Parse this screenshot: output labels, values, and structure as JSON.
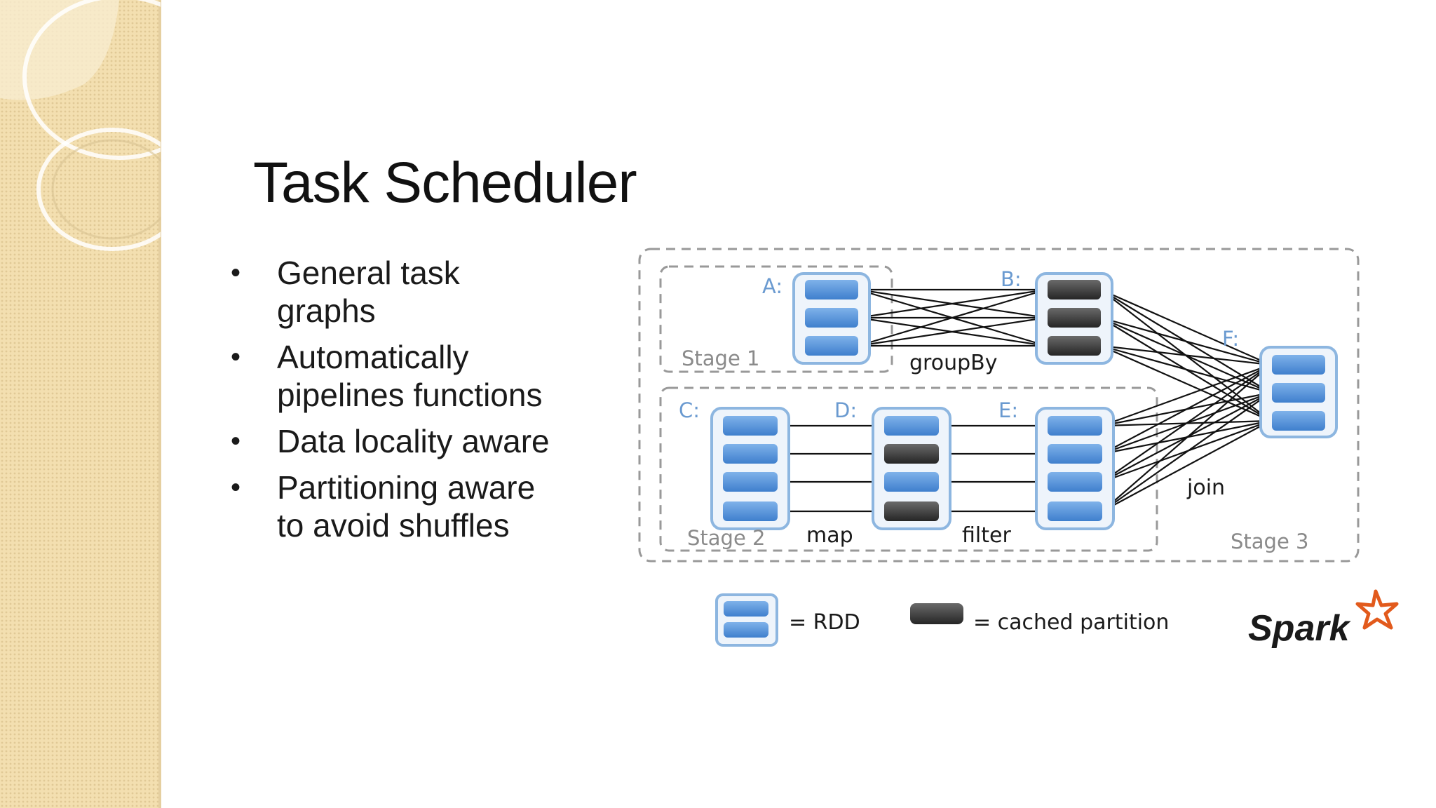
{
  "slide": {
    "title": "Task Scheduler",
    "bullets": [
      {
        "line1": "General task",
        "line2": "graphs"
      },
      {
        "line1": "Automatically",
        "line2": "pipelines functions"
      },
      {
        "line1": "Data locality aware",
        "line2": ""
      },
      {
        "line1": "Partitioning aware",
        "line2": "to avoid shuffles"
      }
    ]
  },
  "diagram": {
    "nodes": {
      "a": "A:",
      "b": "B:",
      "c": "C:",
      "d": "D:",
      "e": "E:",
      "f": "F:"
    },
    "stages": {
      "stage1": "Stage 1",
      "stage2": "Stage 2",
      "stage3": "Stage 3"
    },
    "operations": {
      "groupby": "groupBy",
      "map": "map",
      "filter": "filter",
      "join": "join"
    },
    "legend": {
      "rdd": "= RDD",
      "cached": "= cached partition"
    },
    "logo": "Spark",
    "colors": {
      "partition": "#4f8ed6",
      "cached": "#3a3a3a",
      "rdd_border": "#8db6e0",
      "label": "#6a9ad0",
      "dashed": "#999999"
    }
  }
}
